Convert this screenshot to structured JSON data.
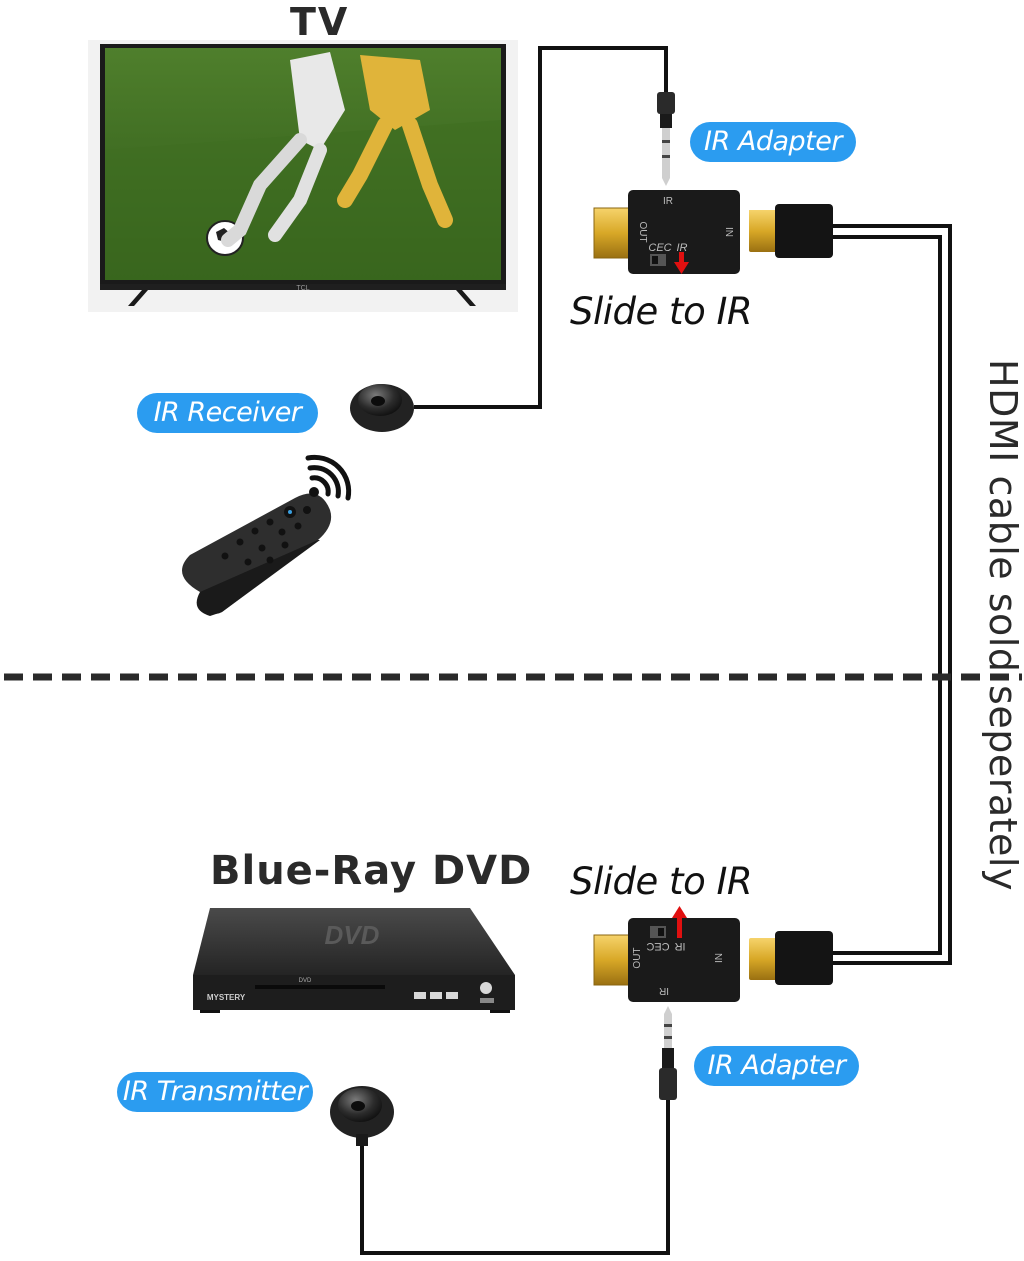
{
  "labels": {
    "tv": "TV",
    "bluray": "Blue-Ray DVD",
    "ir_adapter_top": "IR Adapter",
    "ir_adapter_bottom": "IR Adapter",
    "ir_receiver": "IR Receiver",
    "ir_transmitter": "IR Transmitter",
    "slide_top": "Slide to IR",
    "slide_bottom": "Slide to IR",
    "hdmi_note": "HDMI cable sold seperately"
  },
  "adapter_markings": {
    "out": "OUT",
    "in": "IN",
    "ir": "IR",
    "cec": "CEC",
    "switch_ir": "IR"
  },
  "devices": {
    "tv_logo": "TCL",
    "dvd_lid": "DVD",
    "dvd_top": "DVD",
    "dvd_brand": "MYSTERY"
  },
  "colors": {
    "pill": "#2b9cf0",
    "arrow": "#e01010",
    "cable": "#111111",
    "gold": "#d8a827"
  },
  "icons": [
    "wifi-signal-icon",
    "tv-icon",
    "remote-control-icon",
    "dvd-player-icon",
    "ir-eye-icon",
    "hdmi-plug-icon",
    "audio-jack-icon"
  ]
}
